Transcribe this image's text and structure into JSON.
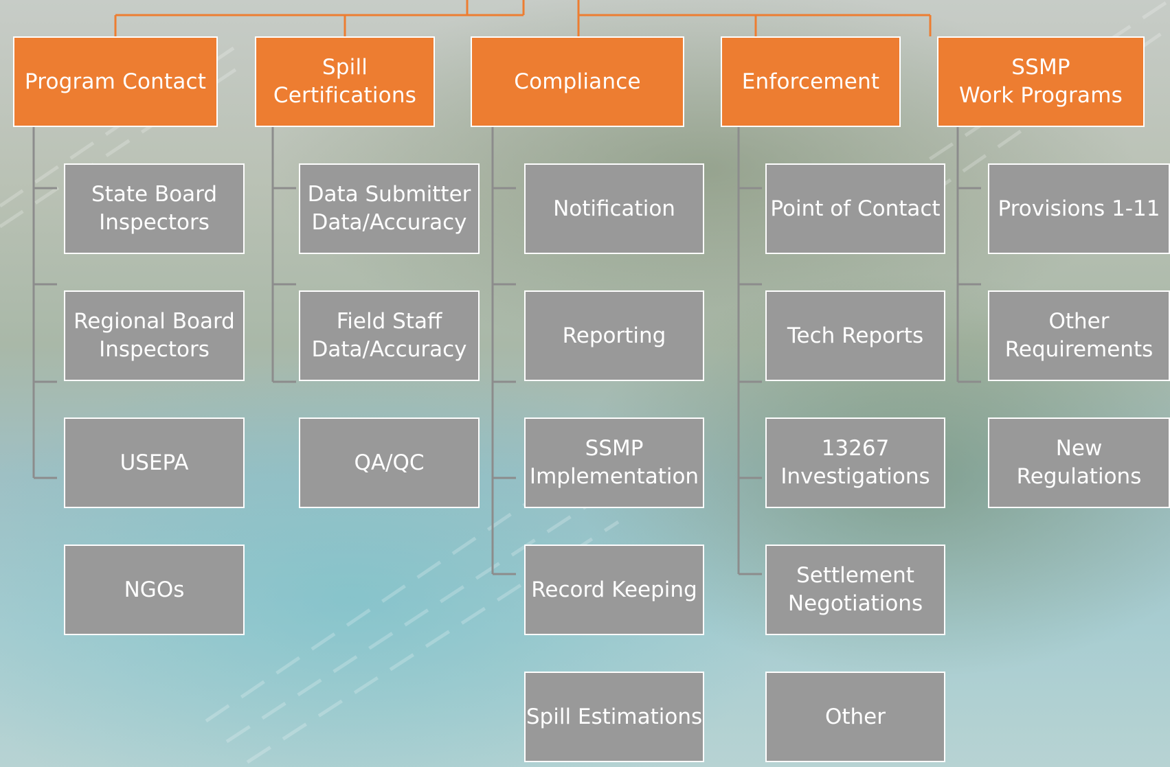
{
  "colors": {
    "header": "#ed7d31",
    "item": "#999999",
    "connector_orange": "#ed7d31",
    "connector_gray": "#8c8c8c"
  },
  "columns": [
    {
      "id": "program-contact",
      "header": "Program Contact",
      "items": [
        "State Board\nInspectors",
        "Regional Board\nInspectors",
        "USEPA",
        "NGOs"
      ]
    },
    {
      "id": "spill-certifications",
      "header": "Spill\nCertifications",
      "items": [
        "Data Submitter\nData/Accuracy",
        "Field Staff\nData/Accuracy",
        "QA/QC"
      ]
    },
    {
      "id": "compliance",
      "header": "Compliance",
      "items": [
        "Notification",
        "Reporting",
        "SSMP\nImplementation",
        "Record Keeping",
        "Spill Estimations"
      ]
    },
    {
      "id": "enforcement",
      "header": "Enforcement",
      "items": [
        "Point of Contact",
        "Tech Reports",
        "13267\nInvestigations",
        "Settlement\nNegotiations",
        "Other"
      ]
    },
    {
      "id": "ssmp-work-programs",
      "header": "SSMP\nWork Programs",
      "items": [
        "Provisions 1-11",
        "Other\nRequirements",
        "New\nRegulations"
      ]
    }
  ]
}
